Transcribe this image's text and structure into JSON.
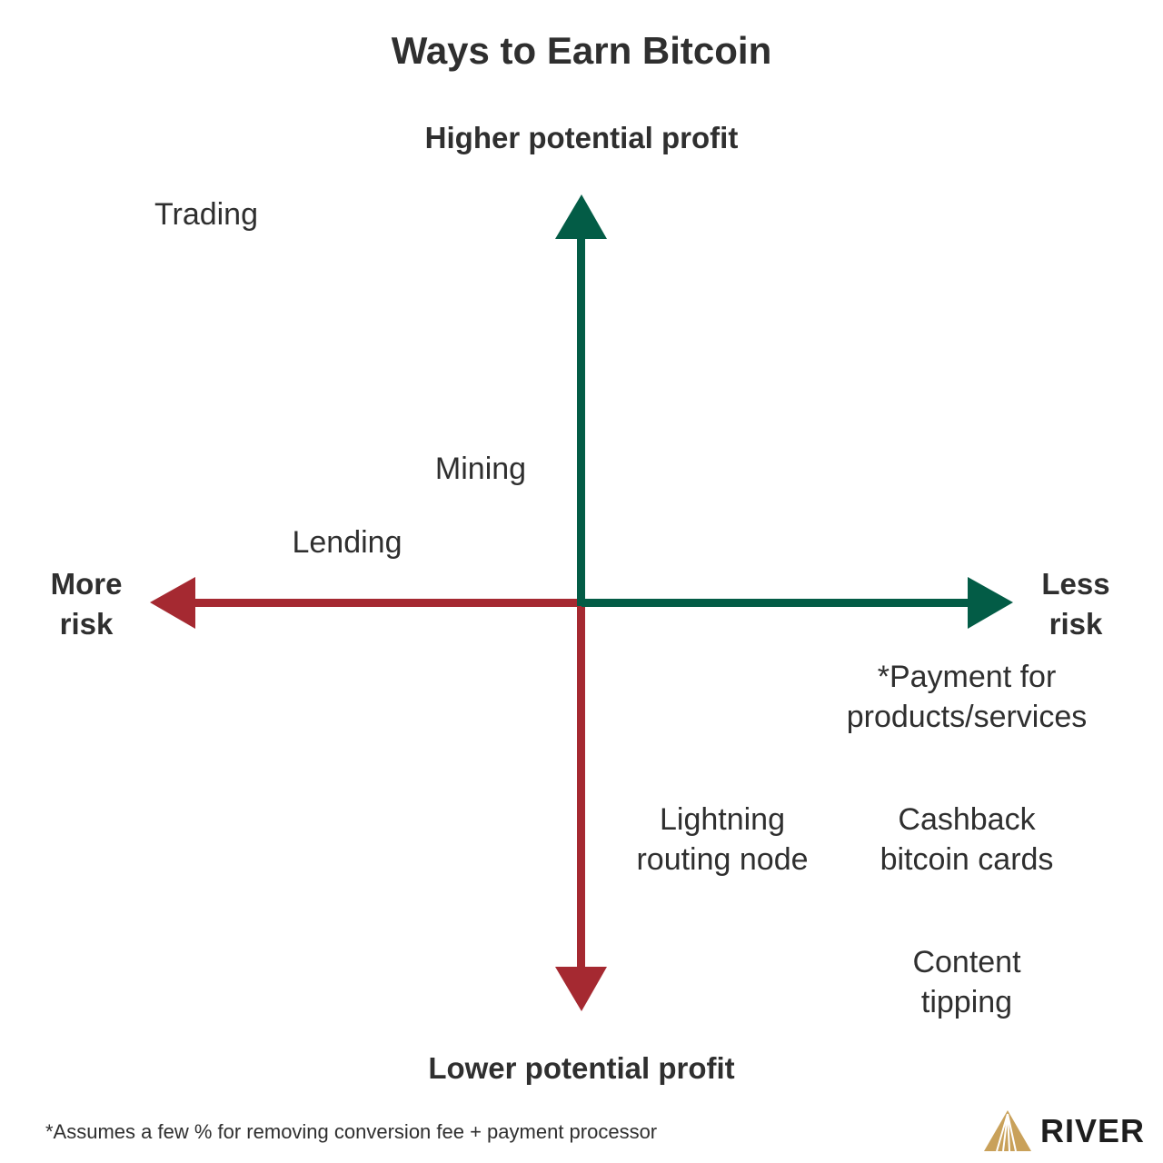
{
  "title": "Ways to Earn Bitcoin",
  "axes": {
    "top": "Higher potential profit",
    "bottom": "Lower potential profit",
    "left_line1": "More",
    "left_line2": "risk",
    "right_line1": "Less",
    "right_line2": "risk"
  },
  "items": {
    "trading": "Trading",
    "mining": "Mining",
    "lending": "Lending",
    "payment_line1": "*Payment for",
    "payment_line2": "products/services",
    "lightning_line1": "Lightning",
    "lightning_line2": "routing node",
    "cashback_line1": "Cashback",
    "cashback_line2": "bitcoin cards",
    "tipping_line1": "Content",
    "tipping_line2": "tipping"
  },
  "footnote": "*Assumes a few % for removing conversion fee + payment processor",
  "logo": "RIVER",
  "colors": {
    "green": "#035c46",
    "red": "#a52931",
    "gold": "#c9a15a"
  }
}
